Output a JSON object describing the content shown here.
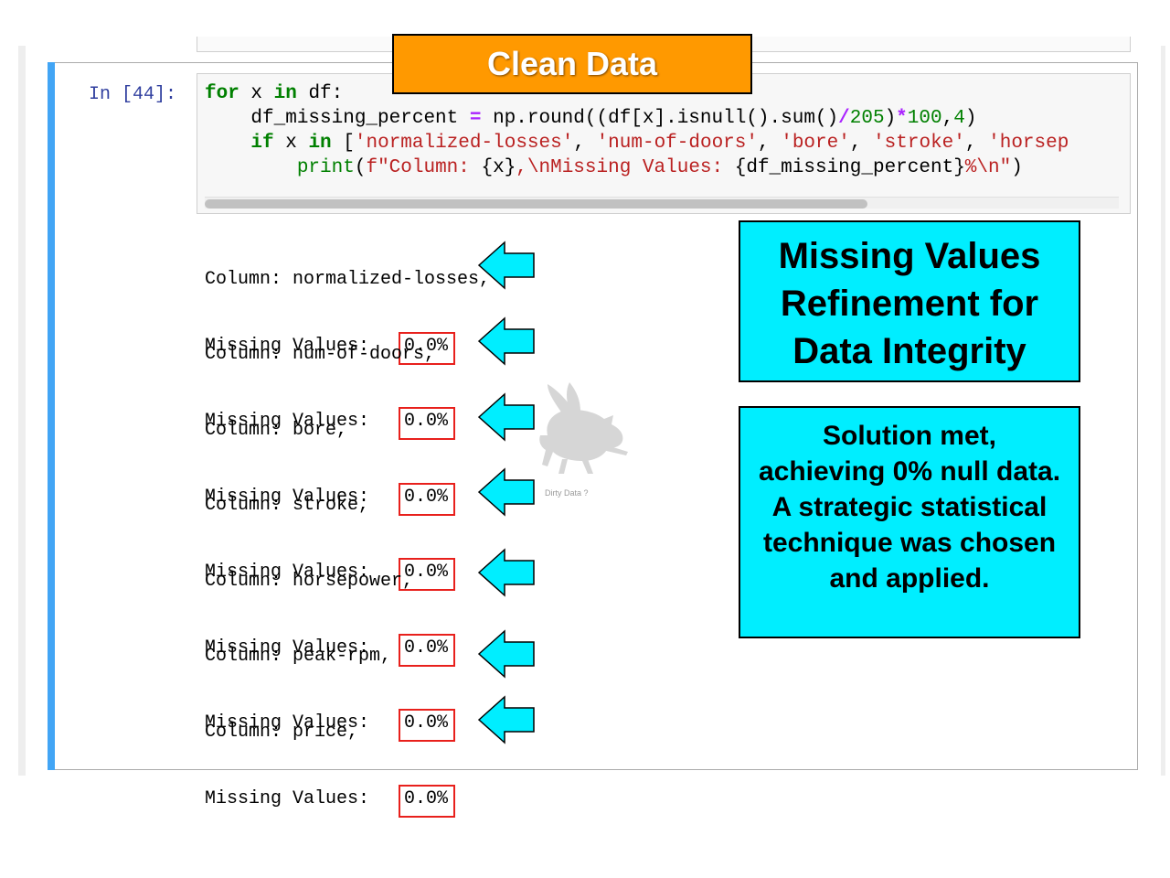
{
  "banner": {
    "title": "Clean Data"
  },
  "cell": {
    "prompt": "In [44]:",
    "code": {
      "line1": {
        "kw_for": "for",
        "var_x": " x ",
        "kw_in": "in",
        "rest": " df:"
      },
      "line2": {
        "indent": "    df_missing_percent ",
        "op_eq": "=",
        "call": " np.round((df[x].isnull().sum()",
        "op_div": "/",
        "num_205": "205",
        "close": ")",
        "op_mul": "*",
        "num_100": "100",
        "comma": ",",
        "num_4": "4",
        "end": ")"
      },
      "line3": {
        "indent": "    ",
        "kw_if": "if",
        "var_x": " x ",
        "kw_in": "in",
        "open": " [",
        "s1": "'normalized-losses'",
        "sep1": ", ",
        "s2": "'num-of-doors'",
        "sep2": ", ",
        "s3": "'bore'",
        "sep3": ", ",
        "s4": "'stroke'",
        "sep4": ", ",
        "s5": "'horsep"
      },
      "line4": {
        "indent": "        ",
        "fn_print": "print",
        "open": "(",
        "fprefix": "f",
        "str_a": "\"Column: ",
        "interp_x": "{x}",
        "str_b": ",\\nMissing Values: ",
        "interp_pct": "{df_missing_percent}",
        "str_c": "%\\n\"",
        "close": ")"
      }
    }
  },
  "output": {
    "entries": [
      {
        "column_line": "Column: normalized-losses,",
        "label": "Missing Values: ",
        "value": "0.0%"
      },
      {
        "column_line": "Column: num-of-doors,",
        "label": "Missing Values: ",
        "value": "0.0%"
      },
      {
        "column_line": "Column: bore,",
        "label": "Missing Values: ",
        "value": "0.0%"
      },
      {
        "column_line": "Column: stroke,",
        "label": "Missing Values: ",
        "value": "0.0%"
      },
      {
        "column_line": "Column: horsepower,",
        "label": "Missing Values: ",
        "value": "0.0%"
      },
      {
        "column_line": "Column: peak-rpm,",
        "label": "Missing Values: ",
        "value": "0.0%"
      },
      {
        "column_line": "Column: price,",
        "label": "Missing Values: ",
        "value": "0.0%"
      }
    ]
  },
  "callout_title": {
    "line1": "Missing Values",
    "line2": "Refinement for",
    "line3": "Data Integrity"
  },
  "callout_body": {
    "line1": "Solution met,",
    "line2": "achieving 0% null data.",
    "line3": "A strategic statistical",
    "line4": "technique was chosen",
    "line5": "and applied."
  },
  "watermark": {
    "caption": "Dirty Data ?"
  },
  "colors": {
    "banner": "#ff9900",
    "callout": "#00eeff",
    "arrow": "#00eeff",
    "highlight_border": "#e8201c",
    "cell_bar": "#42a5f5"
  }
}
